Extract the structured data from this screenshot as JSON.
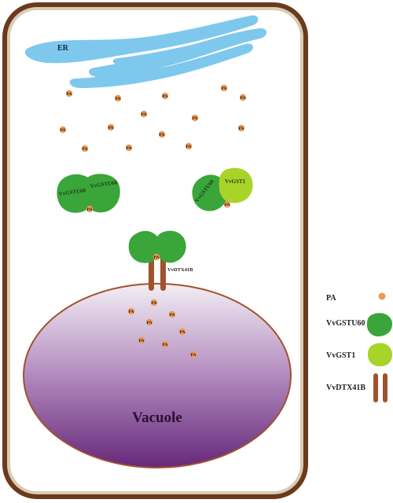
{
  "labels": {
    "er": "ER",
    "vacuole": "Vacuole",
    "pa": "PA",
    "vvgstu60": "VvGSTU60",
    "vvgst1": "VvGST1",
    "vvdtx41b": "VvDTX41B"
  },
  "legend": [
    {
      "label": "PA",
      "symbol": "pa-dot-icon"
    },
    {
      "label": "VvGSTU60",
      "symbol": "vvgstu60-protein-icon"
    },
    {
      "label": "VvGST1",
      "symbol": "vvgst1-protein-icon"
    },
    {
      "label": "VvDTX41B",
      "symbol": "vvdtx41b-transporter-icon"
    }
  ],
  "colors": {
    "cell_wall": "#6b3a1c",
    "cell_wall_inner": "#d9ccb3",
    "cytoplasm": "#ffffff",
    "er": "#7ec8ee",
    "pa": "#e89a5a",
    "vvgstu60": "#3aa53a",
    "vvgst1": "#a8d42a",
    "vvdtx41b": "#a0522d",
    "vacuole_top": "#f2eef4",
    "vacuole_bottom": "#6a2d7a"
  }
}
